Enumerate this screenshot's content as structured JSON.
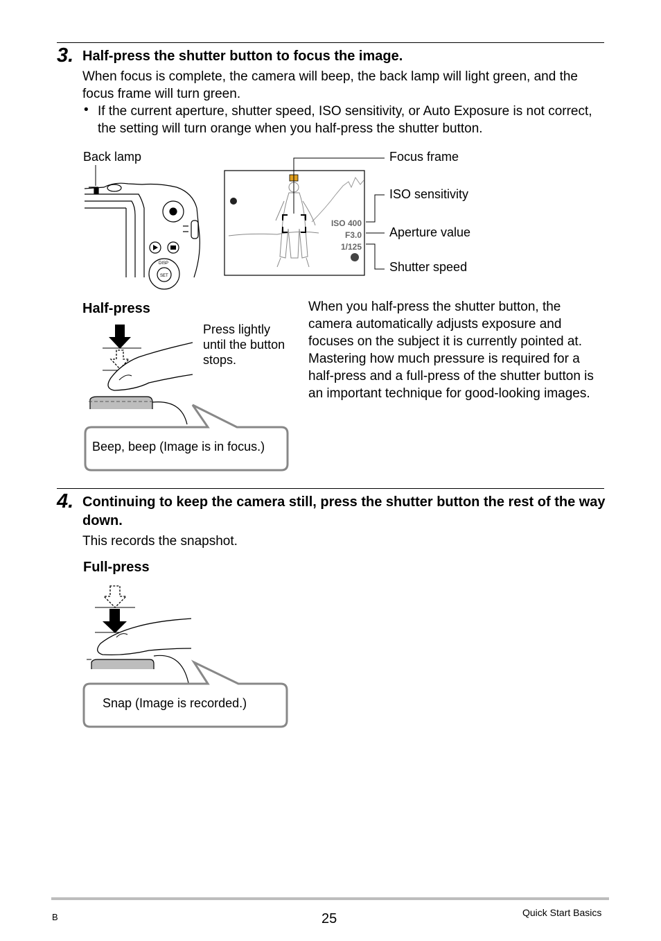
{
  "step3": {
    "number": "3.",
    "title": "Half-press the shutter button to focus the image.",
    "body": "When focus is complete, the camera will beep, the back lamp will light green, and the focus frame will turn green.",
    "bullet": "If the current aperture, shutter speed, ISO sensitivity, or Auto Exposure is not correct, the setting will turn orange when you half-press the shutter button."
  },
  "camera_figure": {
    "labels": {
      "back_lamp": "Back lamp",
      "focus_frame": "Focus frame",
      "iso_sensitivity": "ISO sensitivity",
      "aperture_value": "Aperture value",
      "shutter_speed": "Shutter speed"
    },
    "screen_readouts": {
      "iso": "ISO 400",
      "aperture": "F3.0",
      "shutter": "1/125"
    },
    "body_marks": {
      "disp": "DISP",
      "set": "SET"
    }
  },
  "half_press": {
    "heading": "Half-press",
    "hint": "Press lightly until the button stops.",
    "bubble": "Beep, beep (Image is in focus.)",
    "explanation": "When you half-press the shutter button, the camera automatically adjusts exposure and focuses on the subject it is currently pointed at. Mastering how much pressure is required for a half-press and a full-press of the shutter button is an important technique for good-looking images."
  },
  "step4": {
    "number": "4.",
    "title": "Continuing to keep the camera still, press the shutter button the rest of the way down.",
    "body": "This records the snapshot."
  },
  "full_press": {
    "heading": "Full-press",
    "bubble": "Snap (Image is recorded.)"
  },
  "footer": {
    "left": "B",
    "page": "25",
    "section": "Quick Start Basics"
  }
}
